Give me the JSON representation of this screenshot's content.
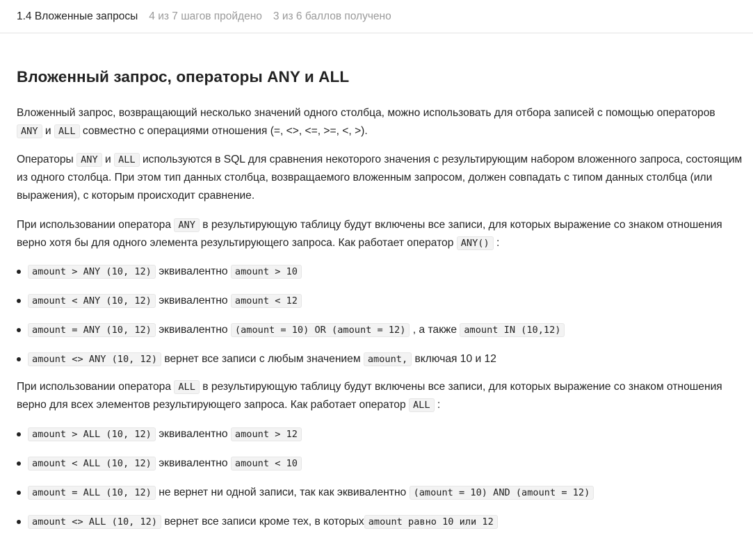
{
  "header": {
    "lesson": "1.4 Вложенные запросы",
    "steps": "4 из 7 шагов пройдено",
    "score": "3 из 6 баллов  получено"
  },
  "title": "Вложенный запрос, операторы ANY и ALL",
  "p1": {
    "t1": " Вложенный запрос, возвращающий несколько значений одного столбца, можно использовать для отбора записей с помощью операторов ",
    "c1": "ANY",
    "t2": " и ",
    "c2": "ALL",
    "t3": " совместно с операциями отношения (=, <>, <=, >=, <, >)."
  },
  "p2": {
    "t1": "Операторы ",
    "c1": "ANY",
    "t2": " и ",
    "c2": "ALL",
    "t3": " используются  в SQL для сравнения некоторого значения с результирующим набором вложенного запроса, состоящим из одного столбца. При этом тип данных столбца, возвращаемого вложенным запросом, должен совпадать с типом данных столбца (или выражения), с которым происходит сравнение."
  },
  "p3": {
    "t1": "При использовании оператора ",
    "c1": "ANY",
    "t2": " в результирующую таблицу будут включены все записи, для которых  выражение со знаком отношения верно хотя бы для одного элемента результирующего запроса. Как работает оператор ",
    "c2": "ANY()",
    "t3": " :"
  },
  "any_items": [
    {
      "c1": "amount > ANY (10, 12)",
      "t1": " эквивалентно ",
      "c2": "amount > 10",
      "t2": "",
      "c3": ""
    },
    {
      "c1": "amount < ANY (10, 12)",
      "t1": " эквивалентно ",
      "c2": "amount < 12",
      "t2": "",
      "c3": ""
    },
    {
      "c1": "amount = ANY (10, 12)",
      "t1": " эквивалентно ",
      "c2": "(amount = 10) OR (amount = 12)",
      "t2": " , а также ",
      "c3": "amount IN  (10,12)"
    },
    {
      "c1": "amount <> ANY (10, 12)",
      "t1": " вернет все записи с любым значением ",
      "c2": "amount,",
      "t2": " включая 10 и 12",
      "c3": ""
    }
  ],
  "p4": {
    "t1": "При использовании оператора ",
    "c1": "ALL",
    "t2": " в результирующую таблицу будут включены все записи, для которых  выражение со знаком отношения верно для всех элементов результирующего запроса. Как работает оператор ",
    "c2": "ALL",
    "t3": " :"
  },
  "all_items": [
    {
      "c1": "amount > ALL (10, 12)",
      "t1": " эквивалентно ",
      "c2": "amount > 12"
    },
    {
      "c1": "amount < ALL (10, 12)",
      "t1": " эквивалентно ",
      "c2": "amount < 10"
    },
    {
      "c1": "amount = ALL (10, 12)",
      "t1": " не вернет ни одной записи, так как эквивалентно ",
      "c2": "(amount = 10) AND (amount = 12)"
    },
    {
      "c1": "amount <> ALL (10, 12)",
      "t1": " вернет все записи кроме тех,  в которых",
      "c2": "amount равно 10 или 12"
    }
  ]
}
